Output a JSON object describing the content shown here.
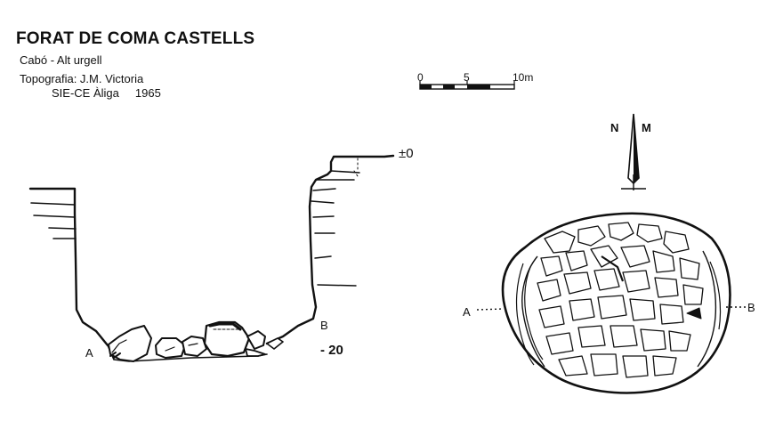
{
  "header": {
    "title": "FORAT DE COMA CASTELLS",
    "location": "Cabó - Alt urgell",
    "topography": "Topografia: J.M. Victoria",
    "club": "SIE-CE Àliga",
    "year": "1965"
  },
  "scale_bar": {
    "labels": [
      "0",
      "5",
      "10m"
    ]
  },
  "section": {
    "depth_top": "±0",
    "depth_bottom": "- 20",
    "point_a": "A",
    "point_b": "B"
  },
  "plan": {
    "point_a": "A",
    "point_b": "B"
  },
  "north_arrow": {
    "n_label": "N",
    "m_label": "M"
  }
}
